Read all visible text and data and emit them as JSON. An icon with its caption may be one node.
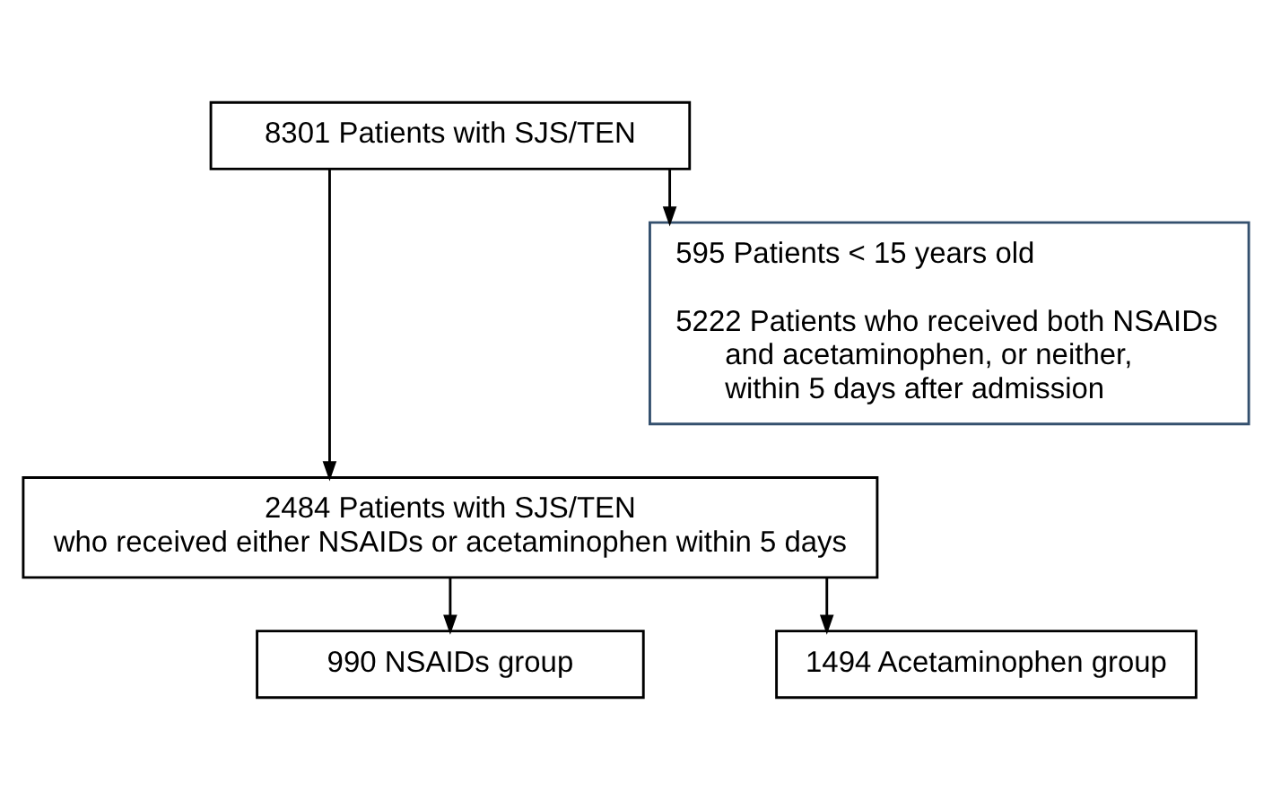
{
  "diagram": {
    "nodes": [
      {
        "text": [
          "8301 Patients with SJS/TEN"
        ]
      },
      {
        "text": [
          "595 Patients < 15 years old",
          "5222 Patients who received both NSAIDs and acetaminophen, or neither, within 5 days after admission"
        ]
      },
      {
        "text": [
          "2484 Patients with SJS/TEN who received either NSAIDs or acetaminophen within 5 days"
        ]
      },
      {
        "text": [
          "990 NSAIDs group"
        ]
      },
      {
        "text": [
          "1494 Acetaminophen group"
        ]
      }
    ],
    "edges": [
      {
        "from": 0,
        "to": 2,
        "arrow": "to"
      },
      {
        "from": 0,
        "to": 1,
        "arrow": "to"
      },
      {
        "from": 2,
        "to": 3,
        "arrow": "to"
      },
      {
        "from": 2,
        "to": 4,
        "arrow": "to"
      }
    ]
  }
}
